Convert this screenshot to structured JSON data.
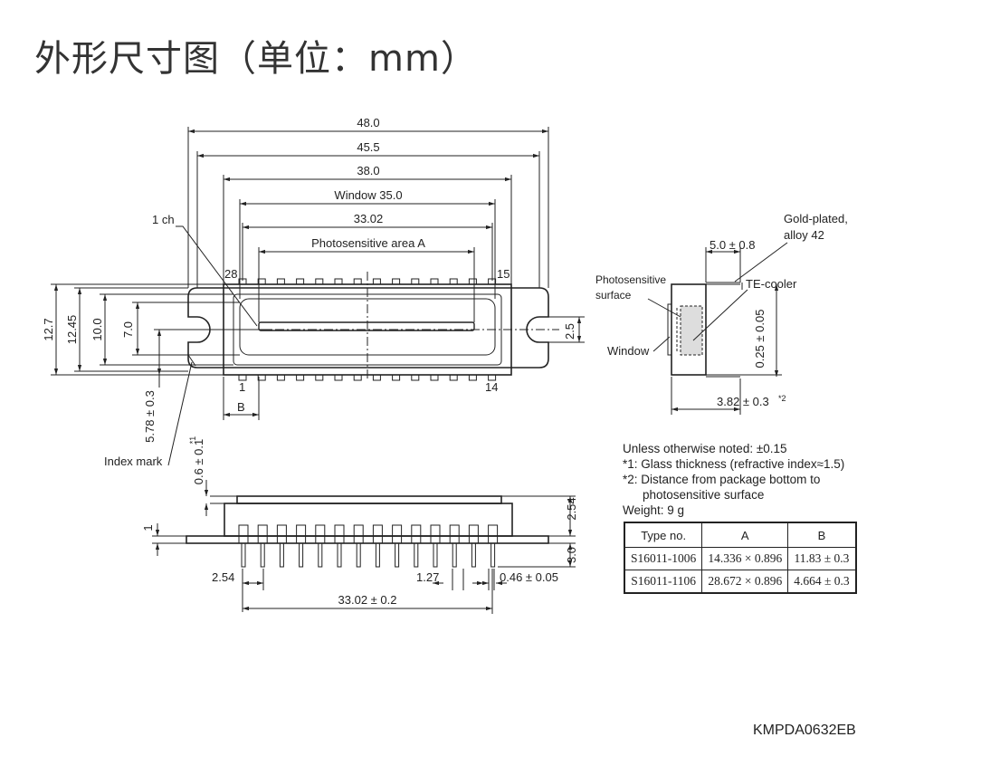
{
  "title": "外形尺寸图（单位：mm）",
  "dims": {
    "d48": "48.0",
    "d455": "45.5",
    "d38": "38.0",
    "window": "Window 35.0",
    "d3302": "33.02",
    "area": "Photosensitive area A",
    "ch1": "1 ch",
    "pin28": "28",
    "pin15": "15",
    "pin1": "1",
    "pin14": "14",
    "B": "B",
    "h127": "12.7",
    "h1245": "12.45",
    "h100": "10.0",
    "h70": "7.0",
    "h25": "2.5",
    "h578": "5.78 ± 0.3",
    "index": "Index mark",
    "glass": "0.6 ± 0.1",
    "glass_note": "*1",
    "one": "1",
    "h254": "2.54",
    "h30": "3.0",
    "pitch254": "2.54",
    "pitch127": "1.27",
    "pin046": "0.46 ± 0.05",
    "span3302": "33.02 ± 0.2",
    "side_50": "5.0 ± 0.8",
    "gold": "Gold-plated,",
    "alloy": "alloy 42",
    "ps1": "Photosensitive",
    "ps2": "surface",
    "tec": "TE-cooler",
    "windowlbl": "Window",
    "d025": "0.25 ± 0.05",
    "d382": "3.82 ± 0.3",
    "d382_note": "*2"
  },
  "notes": [
    "Unless otherwise noted: ±0.15",
    "*1: Glass thickness (refractive index≈1.5)",
    "*2: Distance from package bottom to",
    "photosensitive surface",
    "Weight: 9 g"
  ],
  "table": {
    "headers": [
      "Type no.",
      "A",
      "B"
    ],
    "rows": [
      [
        "S16011-1006",
        "14.336 × 0.896",
        "11.83 ± 0.3"
      ],
      [
        "S16011-1106",
        "28.672 × 0.896",
        "4.664 ± 0.3"
      ]
    ]
  },
  "code": "KMPDA0632EB"
}
